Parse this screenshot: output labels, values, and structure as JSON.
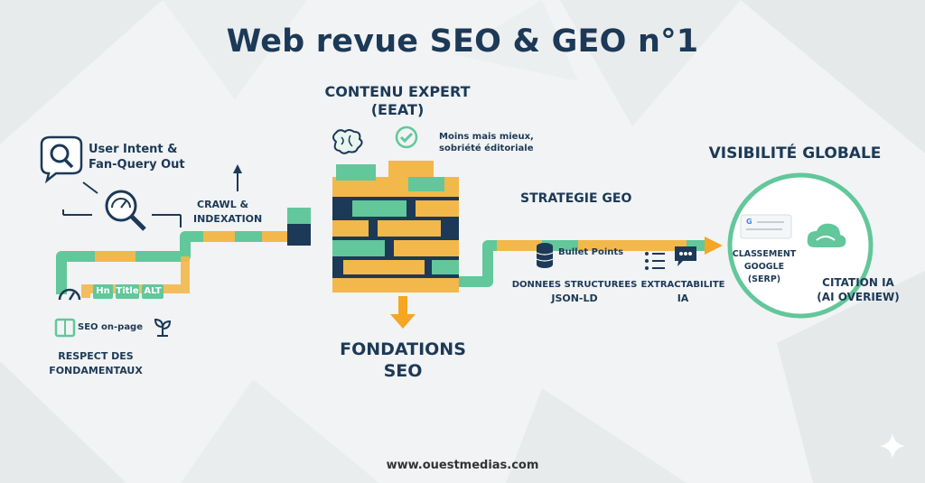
{
  "colors": {
    "navy": "#1c3957",
    "green": "#62c79a",
    "yellow": "#f2b84b",
    "orange": "#f5a623",
    "background": "#f1f3f4"
  },
  "title": "Web revue SEO & GEO n°1",
  "left": {
    "user_intent": "User Intent &",
    "fan_query": "Fan-Query Out",
    "crawl": "CRAWL &",
    "indexation": "INDEXATION",
    "tags": [
      "Hn",
      "Title",
      "ALT"
    ],
    "seo_onpage": "SEO on-page",
    "respect_line1": "RESPECT DES",
    "respect_line2": "FONDAMENTAUX"
  },
  "center": {
    "contenu_line1": "CONTENU EXPERT",
    "contenu_line2": "(EEAT)",
    "moins_line1": "Moins mais mieux,",
    "moins_line2": "sobriété éditoriale",
    "fondations_line1": "FONDATIONS",
    "fondations_line2": "SEO"
  },
  "geo": {
    "strategie": "STRATEGIE GEO",
    "bullet_points": "Bullet Points",
    "donnees_line1": "DONNEES STRUCTUREES",
    "donnees_line2": "JSON-LD",
    "extract_line1": "EXTRACTABILITE",
    "extract_line2": "IA"
  },
  "right": {
    "visibilite": "VISIBILITÉ GLOBALE",
    "classement_line1": "CLASSEMENT",
    "classement_line2": "GOOGLE",
    "classement_line3": "(SERP)",
    "citation_line1": "CITATION IA",
    "citation_line2": "(AI OVERIEW)"
  },
  "footer": "www.ouestmedias.com",
  "icons": [
    "search-icon",
    "gauge-icon",
    "brain-icon",
    "check-circle-icon",
    "database-icon",
    "list-icon",
    "chat-icon",
    "cloud-icon",
    "speedometer-icon",
    "book-icon",
    "plant-icon",
    "sparkle-icon"
  ]
}
